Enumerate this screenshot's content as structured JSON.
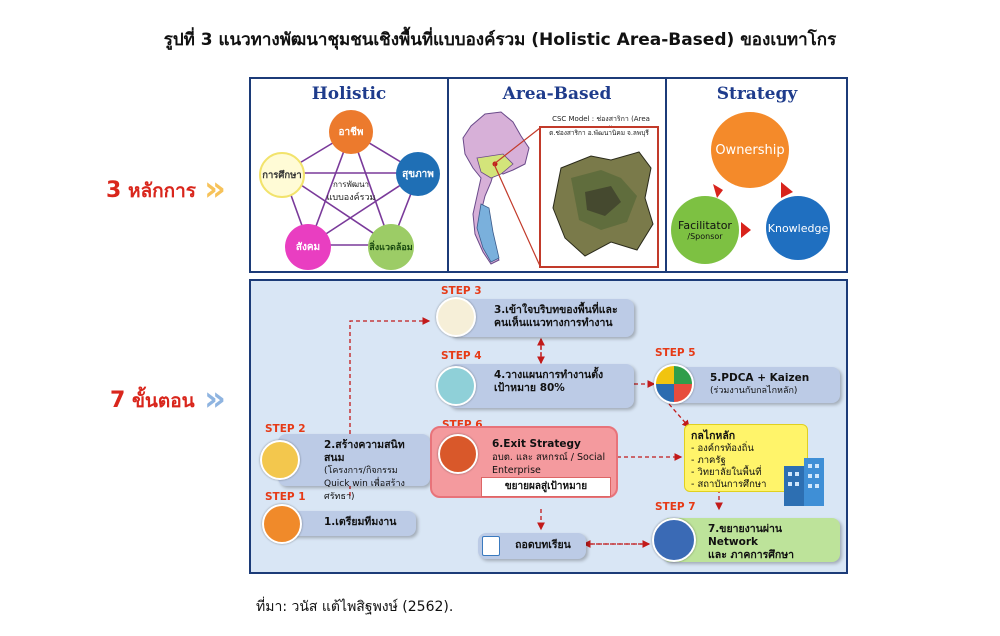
{
  "title": "รูปที่ 3 แนวทางพัฒนาชุมชนเชิงพื้นที่แบบองค์รวม (Holistic Area-Based) ของเบทาโกร",
  "source": "ที่มา: วนัส แต้ไพสิฐพงษ์ (2562).",
  "side": {
    "principles_num": "3",
    "principles_text": "หลักการ",
    "steps_num": "7",
    "steps_text": "ขั้นตอน"
  },
  "holistic": {
    "title": "Holistic",
    "center_top": "การพัฒนา",
    "center_bottom": "แบบองค์รวม",
    "nodes": [
      "อาชีพ",
      "สุขภาพ",
      "สิ่งแวดล้อม",
      "สังคม",
      "การศึกษา"
    ]
  },
  "area": {
    "title": "Area-Based",
    "csc": "CSC Model : ช่องสาริกา (Area Based)",
    "place": "ต.ช่องสาริกา อ.พัฒนานิคม จ.ลพบุรี"
  },
  "strategy": {
    "title": "Strategy",
    "ownership": "Ownership",
    "knowledge": "Knowledge",
    "facilitator": "Facilitator",
    "sponsor": "/Sponsor"
  },
  "steps": {
    "s1": {
      "label": "STEP 1",
      "text": "1.เตรียมทีมงาน"
    },
    "s2": {
      "label": "STEP 2",
      "line1": "2.สร้างความสนิทสนม",
      "line2": "(โครงการ/กิจกรรม",
      "line3": "Quick win เพื่อสร้างศรัทธา)"
    },
    "s3": {
      "label": "STEP 3",
      "line1": "3.เข้าใจบริบทของพื้นที่และ",
      "line2": "คนเห็นแนวทางการทำงาน"
    },
    "s4": {
      "label": "STEP 4",
      "line1": "4.วางแผนการทำงานตั้ง",
      "line2": "เป้าหมาย 80%"
    },
    "s5": {
      "label": "STEP 5",
      "line1": "5.PDCA + Kaizen",
      "line2": "(ร่วมงานกับกลไกหลัก)"
    },
    "s6": {
      "label": "STEP 6",
      "line1": "6.Exit Strategy",
      "line2": "อบต. และ สหกรณ์ / Social",
      "line3": "Enterprise",
      "expand": "ขยายผลสู่เป้าหมาย"
    },
    "s7": {
      "label": "STEP 7",
      "line1": "7.ขยายงานผ่าน Network",
      "line2": "และ ภาคการศึกษา"
    },
    "lesson": "ถอดบทเรียน"
  },
  "core": {
    "title": "กลไกหลัก",
    "items": [
      "- องค์กรท้องถิ่น",
      "- ภาครัฐ",
      "- วิทยาลัยในพื้นที่",
      "- สถาบันการศึกษา"
    ]
  }
}
